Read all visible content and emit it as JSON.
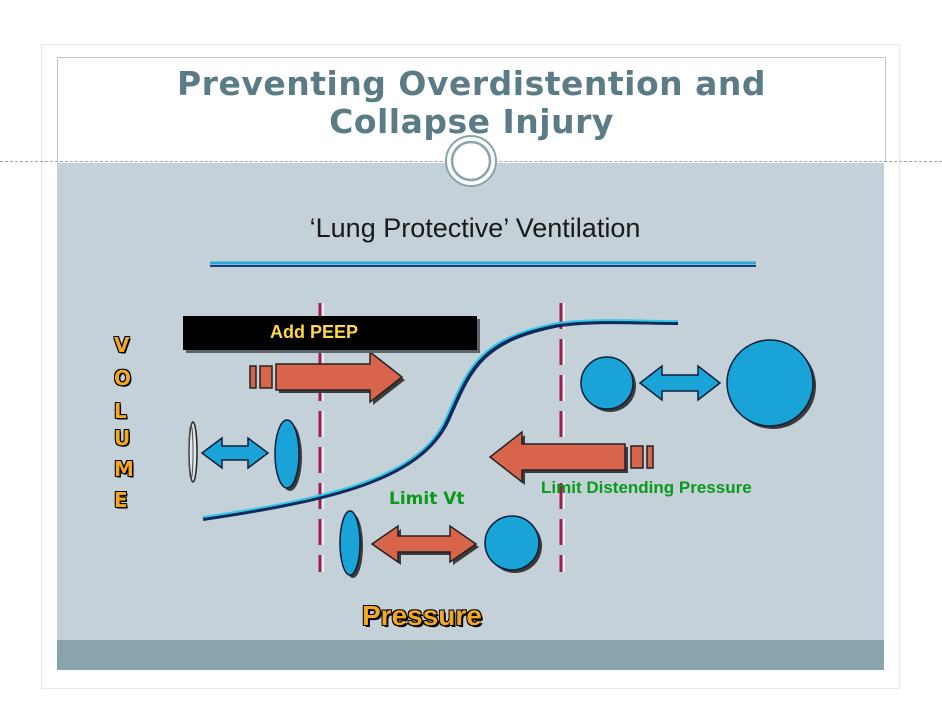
{
  "slide": {
    "title_line1": "Preventing Overdistention and",
    "title_line2": "Collapse Injury",
    "subtitle": "‘Lung Protective’ Ventilation",
    "peep_label": "Add PEEP",
    "volume_letters": [
      "V",
      "O",
      "L",
      "U",
      "M",
      "E"
    ],
    "limit_vt": "Limit Vt",
    "limit_distending": "Limit Distending Pressure",
    "pressure_label": "Pressure"
  },
  "colors": {
    "title": "#5b7c86",
    "background": "#c5d1d8",
    "footer": "#8aa4ab",
    "arrow_red": "#d9644c",
    "lung_blue": "#1aa3d6",
    "label_green": "#0a9a1a",
    "axis_orange": "#f5a623",
    "dash_line": "#9e1b4f"
  }
}
